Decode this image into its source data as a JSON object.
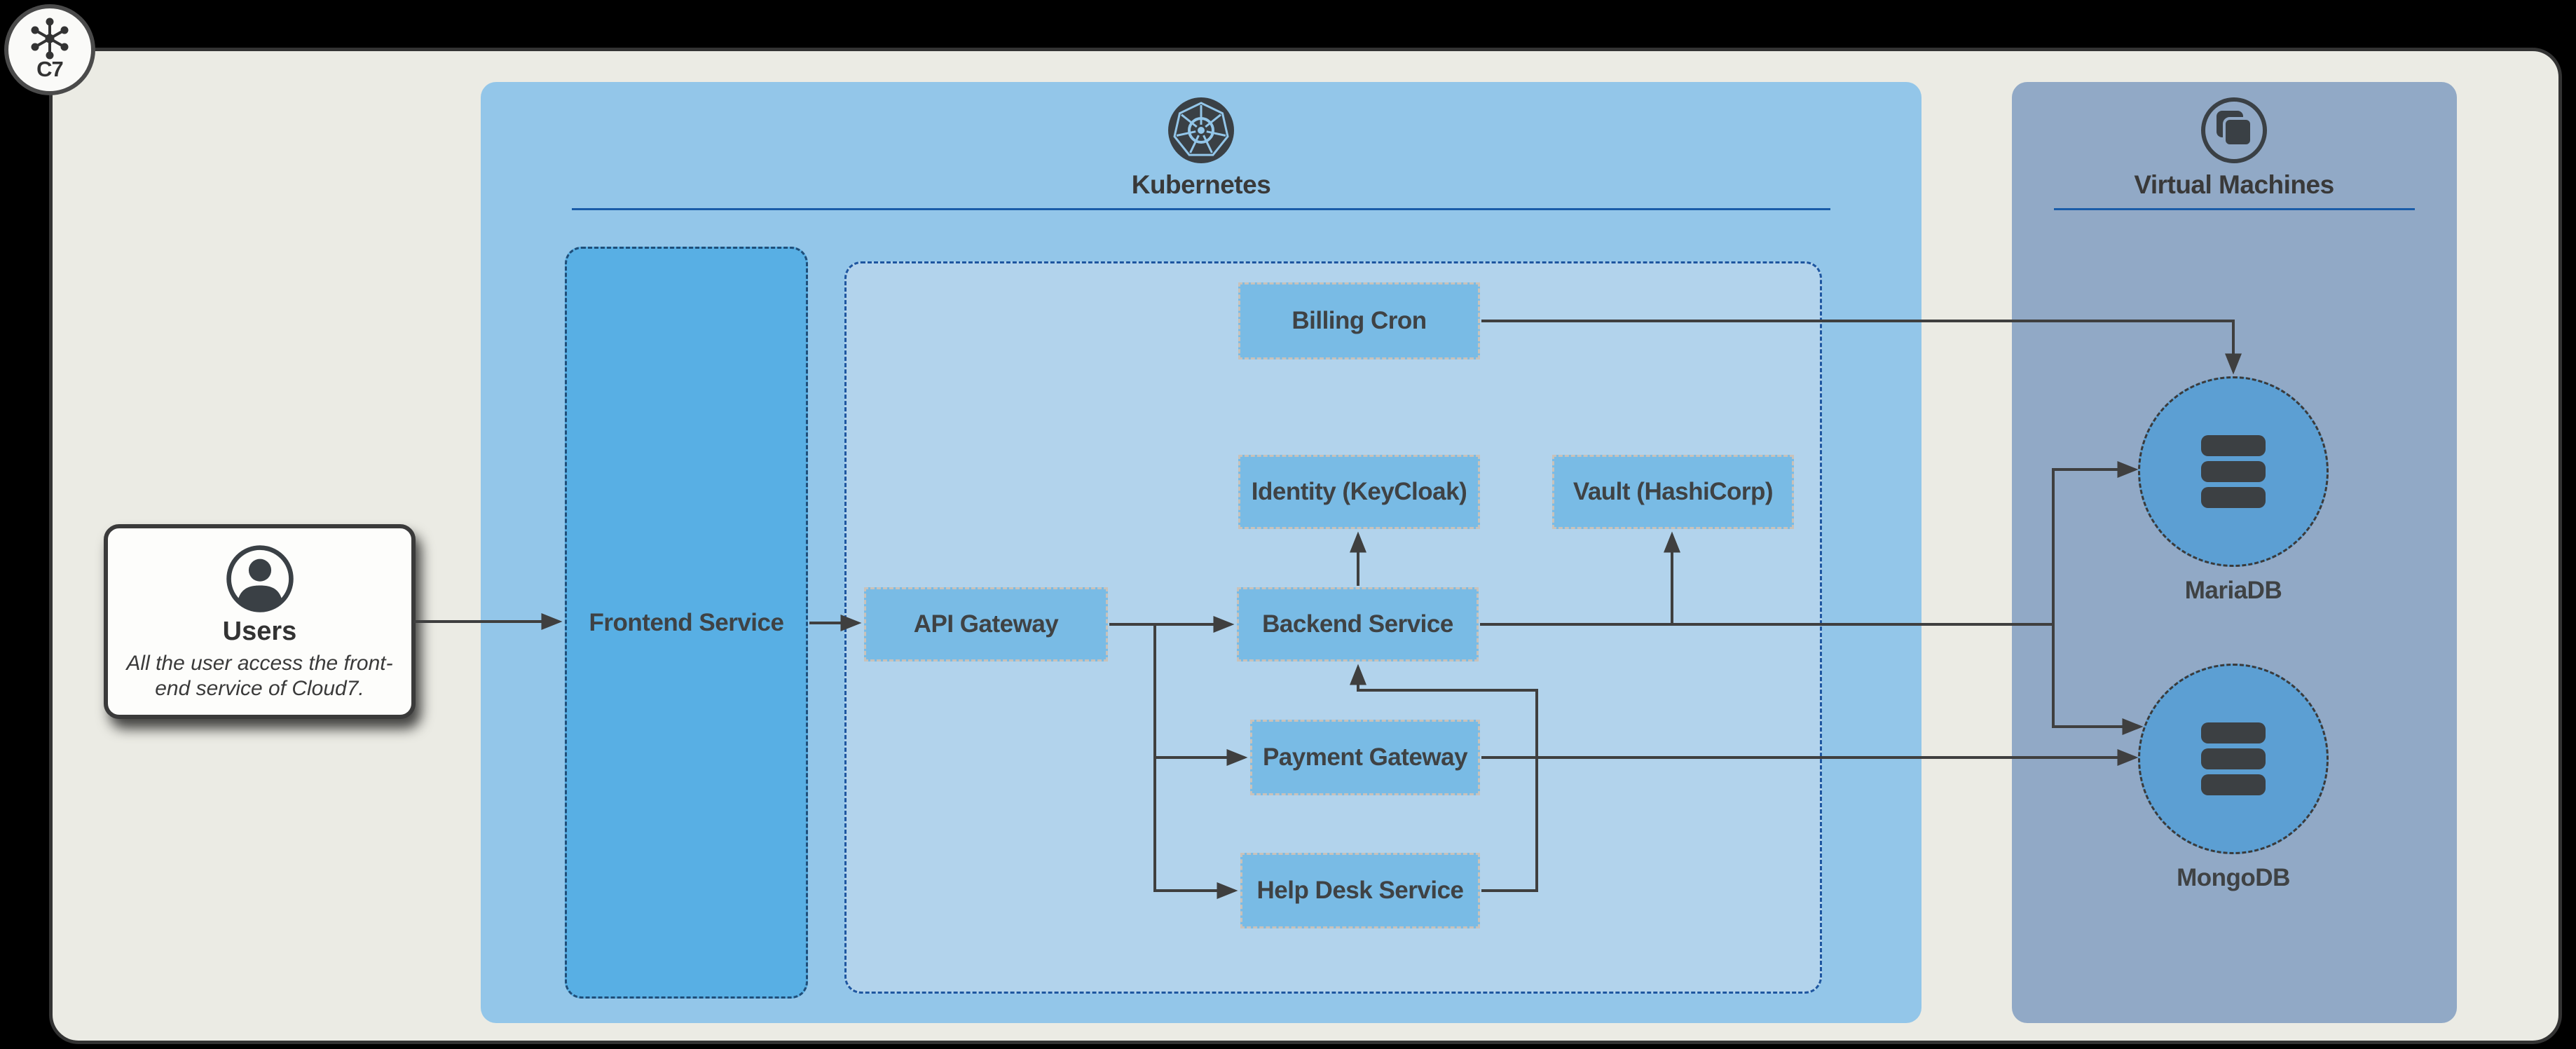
{
  "badge": {
    "label": "C7"
  },
  "users": {
    "title": "Users",
    "description": "All the user access the front-end service of Cloud7."
  },
  "kubernetes": {
    "title": "Kubernetes",
    "frontend": {
      "label": "Frontend Service"
    },
    "services": {
      "billing_cron": {
        "label": "Billing Cron"
      },
      "identity": {
        "label": "Identity (KeyCloak)"
      },
      "vault": {
        "label": "Vault (HashiCorp)"
      },
      "api_gateway": {
        "label": "API Gateway"
      },
      "backend": {
        "label": "Backend Service"
      },
      "payment_gateway": {
        "label": "Payment Gateway"
      },
      "help_desk": {
        "label": "Help Desk Service"
      }
    }
  },
  "virtual_machines": {
    "title": "Virtual Machines",
    "databases": {
      "mariadb": {
        "label": "MariaDB"
      },
      "mongodb": {
        "label": "MongoDB"
      }
    }
  },
  "connections": [
    {
      "from": "Users",
      "to": "Frontend Service"
    },
    {
      "from": "Frontend Service",
      "to": "API Gateway"
    },
    {
      "from": "API Gateway",
      "to": "Backend Service"
    },
    {
      "from": "API Gateway",
      "to": "Payment Gateway"
    },
    {
      "from": "API Gateway",
      "to": "Help Desk Service"
    },
    {
      "from": "Backend Service",
      "to": "Identity (KeyCloak)"
    },
    {
      "from": "Backend Service",
      "to": "Vault (HashiCorp)"
    },
    {
      "from": "Backend Service",
      "to": "MariaDB"
    },
    {
      "from": "Backend Service",
      "to": "MongoDB"
    },
    {
      "from": "Help Desk Service",
      "to": "Backend Service"
    },
    {
      "from": "Payment Gateway",
      "to": "MongoDB"
    },
    {
      "from": "Billing Cron",
      "to": "MariaDB"
    }
  ],
  "colors": {
    "background": "#000000",
    "canvas": "#ebebe4",
    "kubernetes_container": "#93c6e9",
    "kubernetes_inner_group": "#b2d3ec",
    "frontend_box": "#58afe4",
    "service_box": "#79bbe5",
    "service_box_border": "#c9c2ba",
    "vm_container": "#91a9c6",
    "database_circle": "#5c9fd3",
    "header_underline": "#1a5ca8",
    "connector": "#3f3f3f",
    "text": "#3a3a3a"
  }
}
